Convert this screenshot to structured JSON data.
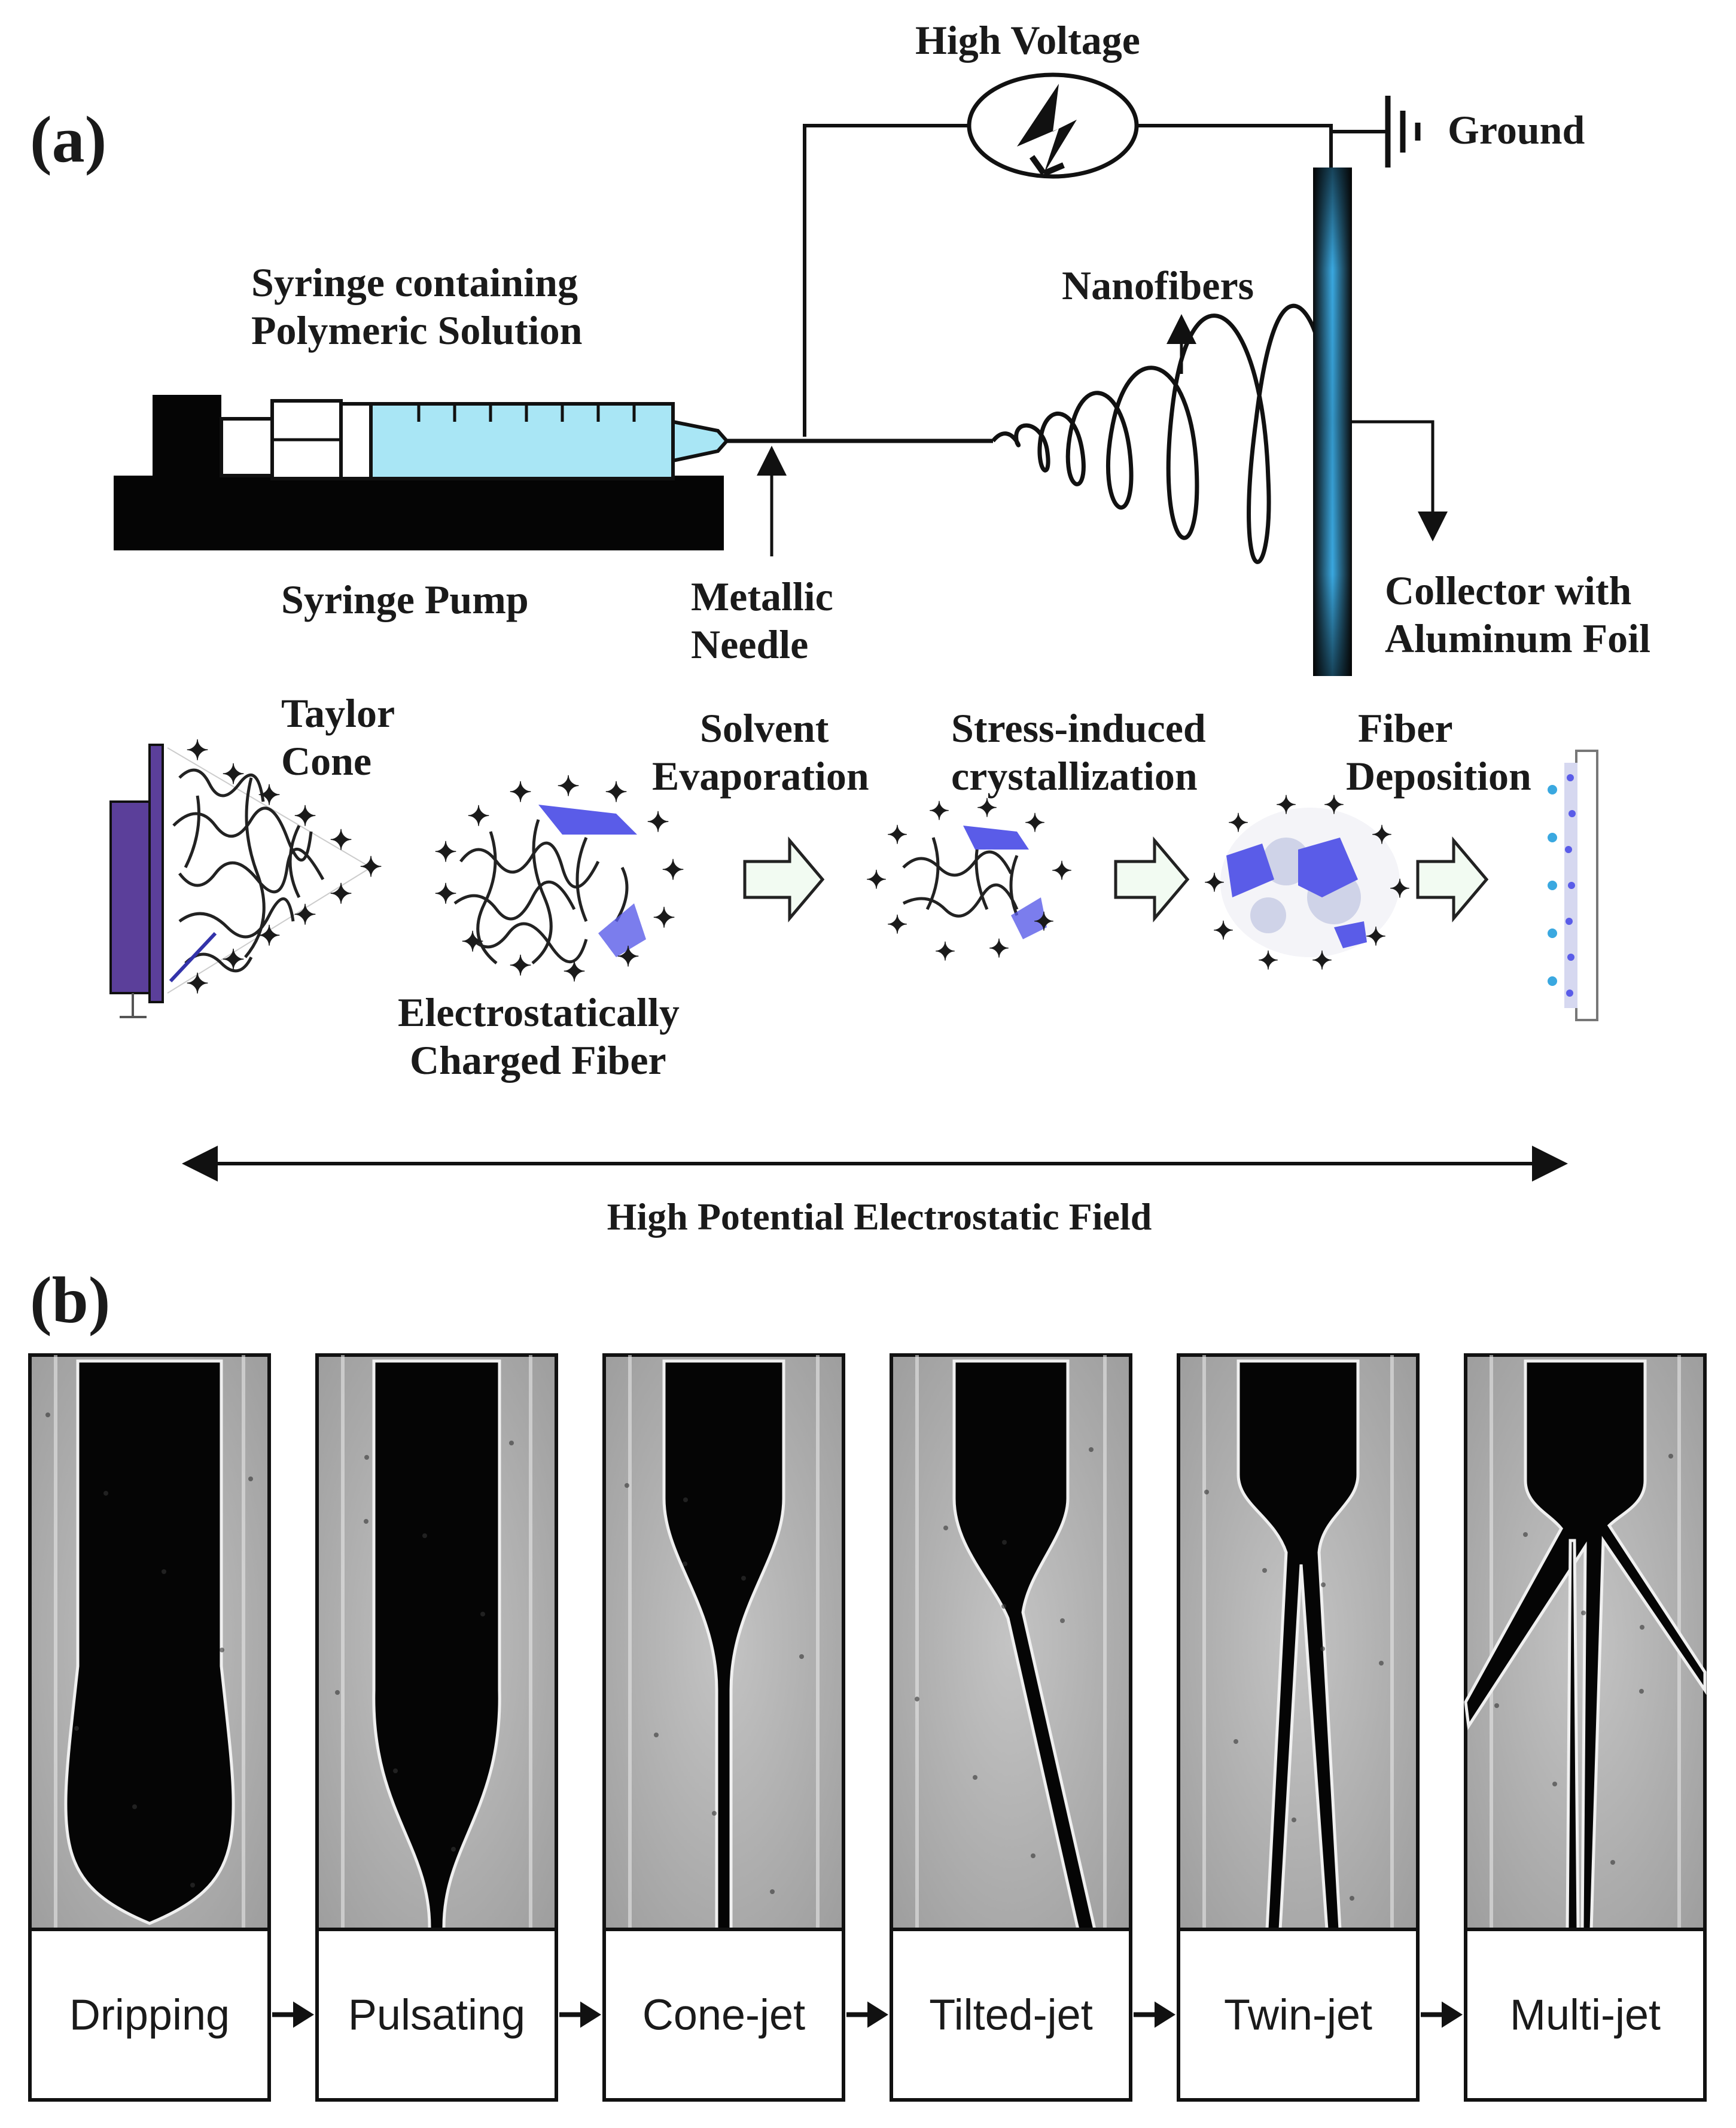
{
  "panel_a": {
    "label": "(a)",
    "high_voltage": "High Voltage",
    "ground": "Ground",
    "syringe_line1": "Syringe containing",
    "syringe_line2": "Polymeric Solution",
    "nanofibers": "Nanofibers",
    "syringe_pump": "Syringe Pump",
    "needle_line1": "Metallic",
    "needle_line2": "Needle",
    "collector_line1": "Collector with",
    "collector_line2": "Aluminum Foil",
    "taylor_line1": "Taylor",
    "taylor_line2": "Cone",
    "solvent_line1": "Solvent",
    "solvent_line2": "Evaporation",
    "stress_line1": "Stress-induced",
    "stress_line2": "crystallization",
    "deposition_line1": "Fiber",
    "deposition_line2": "Deposition",
    "charged_line1": "Electrostatically",
    "charged_line2": "Charged Fiber",
    "field": "High Potential Electrostatic Field",
    "colors": {
      "solution": "#a9e6f5",
      "collector_glow": "#3aa8e0",
      "crystal": "#5a5ce8",
      "taylor_plate": "#5b3f9a"
    }
  },
  "panel_b": {
    "label": "(b)",
    "modes": [
      "Dripping",
      "Pulsating",
      "Cone-jet",
      "Tilted-jet",
      "Twin-jet",
      "Multi-jet"
    ]
  }
}
